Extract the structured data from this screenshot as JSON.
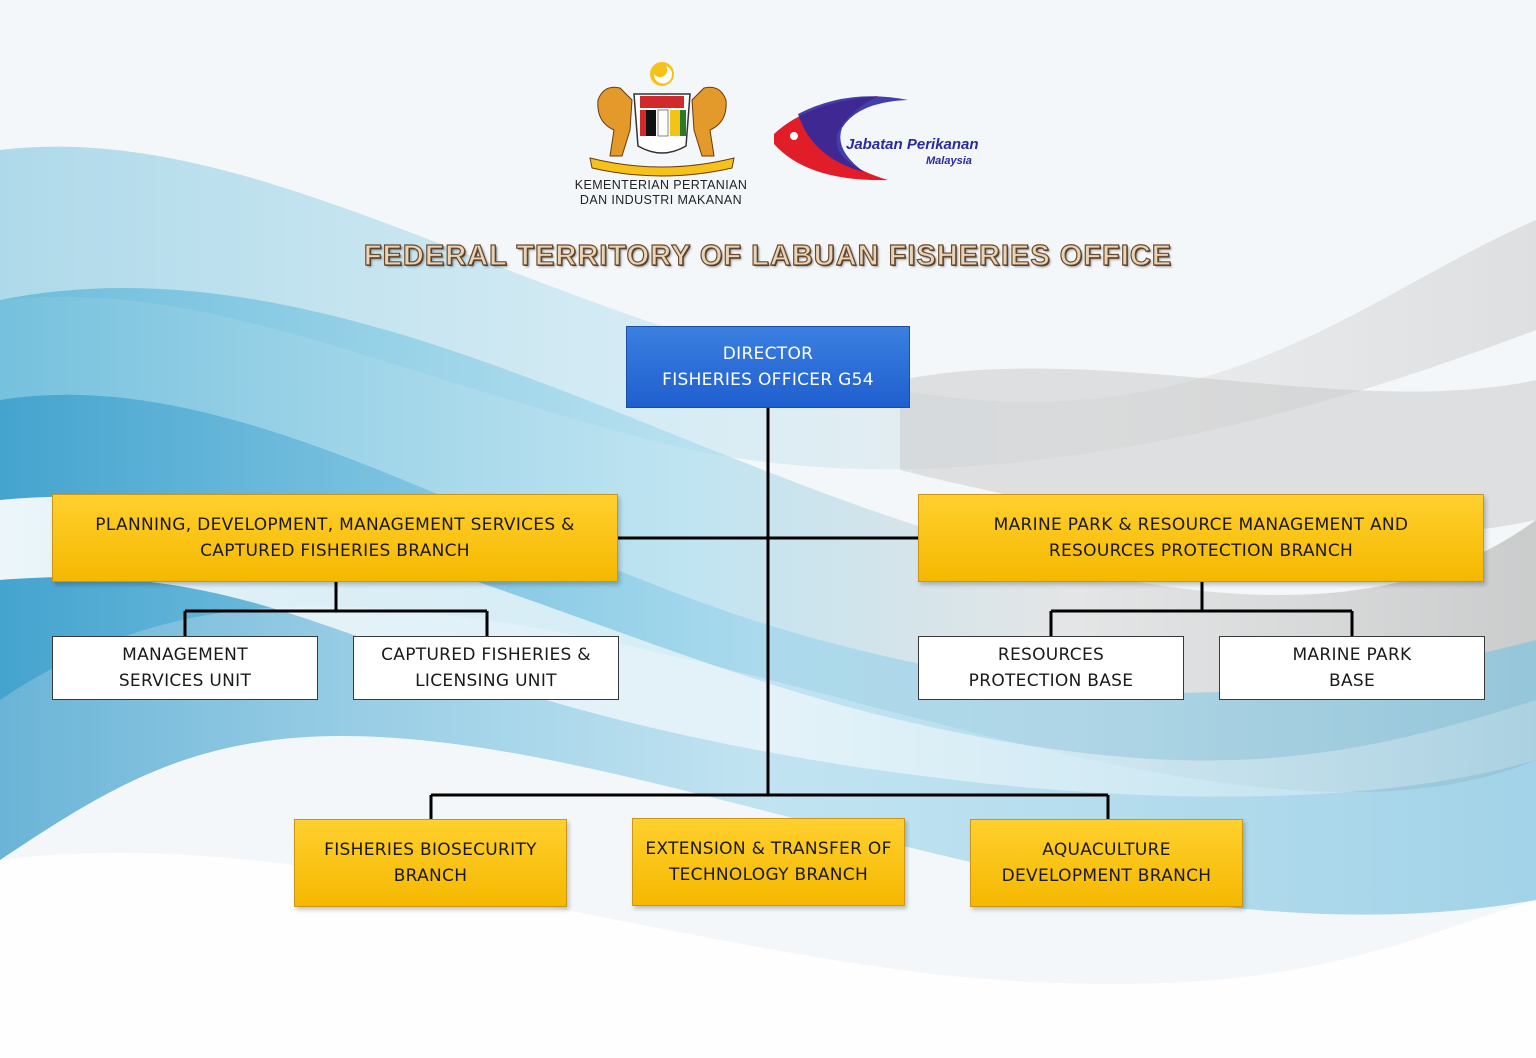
{
  "header": {
    "ministry_line1": "KEMENTERIAN PERTANIAN",
    "ministry_line2": "DAN INDUSTRI MAKANAN",
    "dept_logo_word1": "Jabatan Perikanan",
    "dept_logo_word2": "Malaysia",
    "title": "FEDERAL TERRITORY OF LABUAN FISHERIES OFFICE"
  },
  "org": {
    "director": {
      "line1": "DIRECTOR",
      "line2": "FISHERIES OFFICER G54"
    },
    "branch_planning": {
      "line1": "PLANNING, DEVELOPMENT, MANAGEMENT SERVICES &",
      "line2": "CAPTURED FISHERIES BRANCH"
    },
    "branch_marine": {
      "line1": "MARINE PARK & RESOURCE MANAGEMENT AND",
      "line2": "RESOURCES PROTECTION BRANCH"
    },
    "unit_management": {
      "line1": "MANAGEMENT",
      "line2": "SERVICES UNIT"
    },
    "unit_captured": {
      "line1": "CAPTURED FISHERIES &",
      "line2": "LICENSING UNIT"
    },
    "unit_resources": {
      "line1": "RESOURCES",
      "line2": "PROTECTION BASE"
    },
    "unit_marinepark": {
      "line1": "MARINE PARK",
      "line2": "BASE"
    },
    "branch_biosecurity": {
      "line1": "FISHERIES BIOSECURITY",
      "line2": "BRANCH"
    },
    "branch_extension": {
      "line1": "EXTENSION & TRANSFER OF",
      "line2": "TECHNOLOGY BRANCH"
    },
    "branch_aquaculture": {
      "line1": "AQUACULTURE",
      "line2": "DEVELOPMENT BRANCH"
    }
  },
  "colors": {
    "director_fill": "#2a6ad8",
    "branch_fill": "#fbc514",
    "unit_fill": "#ffffff",
    "connector": "#000000"
  }
}
